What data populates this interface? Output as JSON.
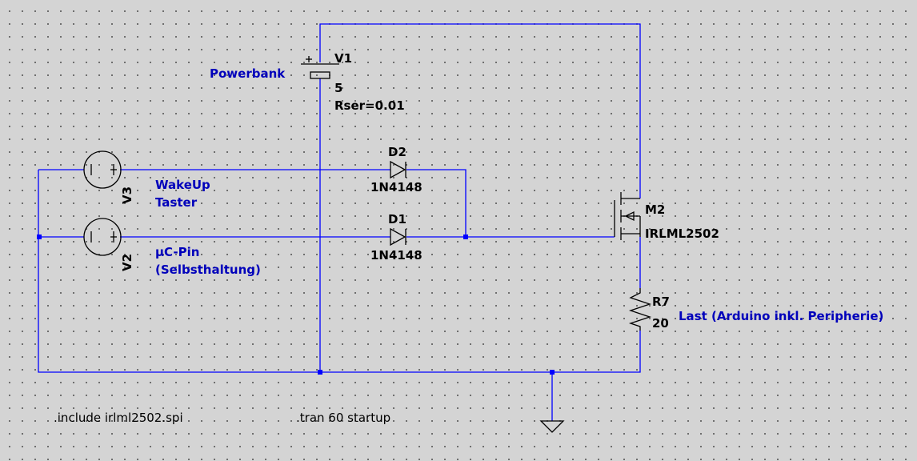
{
  "components": {
    "V1": {
      "ref": "V1",
      "value": "5",
      "param": "Rser=0.01"
    },
    "V2": {
      "ref": "V2"
    },
    "V3": {
      "ref": "V3"
    },
    "D1": {
      "ref": "D1",
      "model": "1N4148"
    },
    "D2": {
      "ref": "D2",
      "model": "1N4148"
    },
    "M2": {
      "ref": "M2",
      "model": "IRLML2502"
    },
    "R7": {
      "ref": "R7",
      "value": "20"
    }
  },
  "net_labels": {
    "powerbank": "Powerbank",
    "wakeup": "WakeUp",
    "taster": "Taster",
    "uc_pin": "µC-Pin",
    "selbsthaltung": "(Selbsthaltung)",
    "last": "Last (Arduino inkl. Peripherie)"
  },
  "directives": {
    "include": ".include irlml2502.spi",
    "tran": ".tran 60 startup"
  },
  "colors": {
    "wire": "#0000ff",
    "component": "#000000",
    "label": "#0000bb",
    "background": "#d4d4d4"
  }
}
